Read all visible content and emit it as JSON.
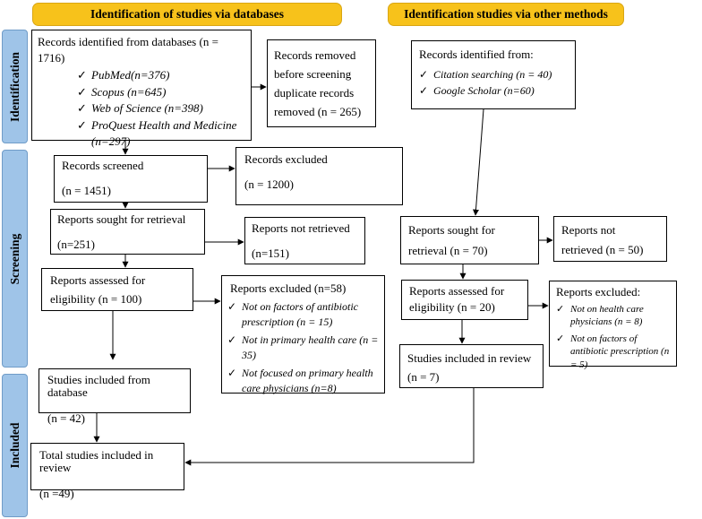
{
  "headers": {
    "databases": "Identification of studies via databases",
    "other": "Identification studies via other methods"
  },
  "phases": {
    "identification": "Identification",
    "screening": "Screening",
    "included": "Included"
  },
  "db": {
    "identified_title": "Records identified from databases (n = 1716)",
    "sources": [
      "PubMed(n=376)",
      "Scopus (n=645)",
      "Web of Science (n=398)",
      "ProQuest Health and Medicine (n=297)"
    ],
    "removed": "Records removed before screening duplicate records removed (n = 265)",
    "screened_label": "Records screened",
    "screened_n": "(n = 1451)",
    "excluded_label": "Records excluded",
    "excluded_n": "(n = 1200)",
    "sought_label": "Reports sought for retrieval",
    "sought_n": "(n=251)",
    "not_retrieved_label": "Reports not retrieved",
    "not_retrieved_n": "(n=151)",
    "assessed": "Reports assessed for eligibility (n = 100)",
    "reports_excluded_title": "Reports excluded (n=58)",
    "reports_excluded_items": [
      "Not on factors of antibiotic prescription (n = 15)",
      "Not in primary health care (n = 35)",
      "Not focused on primary health care physicians (n=8)"
    ],
    "included_label": "Studies included from database",
    "included_n": "(n = 42)"
  },
  "other": {
    "identified_title": "Records identified from:",
    "sources": [
      "Citation searching (n = 40)",
      "Google Scholar (n=60)"
    ],
    "sought": "Reports sought for retrieval (n = 70)",
    "not_retrieved": "Reports not retrieved (n = 50)",
    "assessed": "Reports assessed for eligibility (n = 20)",
    "excluded_title": "Reports excluded:",
    "excluded_items": [
      "Not on health care physicians (n = 8)",
      "Not on factors of antibiotic prescription (n = 5)"
    ],
    "included": "Studies included in review (n = 7)"
  },
  "total": {
    "label": "Total studies included in review",
    "n": "(n =49)"
  }
}
